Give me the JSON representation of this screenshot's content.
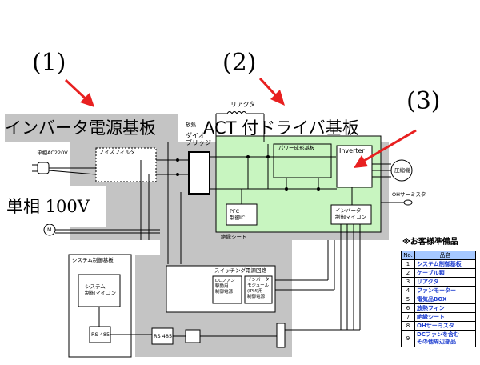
{
  "markers": {
    "m1": "(1)",
    "m2": "(2)",
    "m3": "(3)"
  },
  "titles": {
    "inverter_board": "インバータ電源基板",
    "act_board": "ACT 付ドライバ基板",
    "voltage": "単相 100V"
  },
  "labels": {
    "reactor": "リアクタ",
    "heatsink": "放熱",
    "diode_bridge": "ダイオ\nブリッジ",
    "power_shaping": "パワー成形基板",
    "inverter": "Inverter",
    "compressor": "圧縮機",
    "oh_thermistor": "OHサーミスタ",
    "pfc_ic": "PFC\n制御IC",
    "inv_micom": "インバータ\n制御マイコン",
    "insulation_sheet": "絶縁シート",
    "ac_input": "単相AC220V",
    "noise_filter": "ノイズフィルタ",
    "fan_motor": "M",
    "sys_board": "システム制御基板",
    "sys_micom": "システム\n制御マイコン",
    "rs485_a": "RS 485",
    "rs485_b": "RS 485",
    "switching_psu": "スイッチング電源回路",
    "dc_fan_psu": "DCファン\n駆動用\n制御電源",
    "inv_module_psu": "インバータ\nモジュール\n(IPM)用\n制御電源"
  },
  "legend": {
    "title": "※お客様準備品",
    "header_no": "No.",
    "header_name": "品名",
    "items": [
      {
        "no": "1",
        "name": "システム制御基板"
      },
      {
        "no": "2",
        "name": "ケーブル類"
      },
      {
        "no": "3",
        "name": "リアクタ"
      },
      {
        "no": "4",
        "name": "ファンモーター"
      },
      {
        "no": "5",
        "name": "電気品BOX"
      },
      {
        "no": "6",
        "name": "放熱フィン"
      },
      {
        "no": "7",
        "name": "絶縁シート"
      },
      {
        "no": "8",
        "name": "OHサーミスタ"
      },
      {
        "no": "9",
        "name": "DCファンを含む\nその他周辺部品"
      }
    ]
  },
  "colors": {
    "gray_area": "#c4c4c4",
    "green_board": "#c8f5c0",
    "arrow": "#e82020",
    "legend_text": "#1f3fd0",
    "legend_header": "#a6c8ff"
  }
}
